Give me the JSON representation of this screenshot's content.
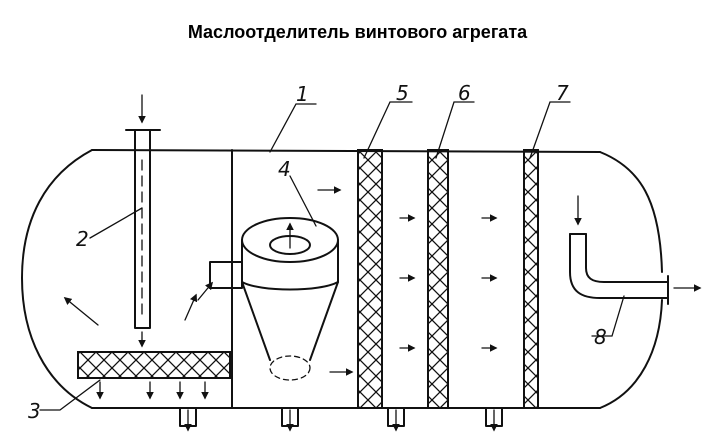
{
  "title": "Маслоотделитель винтового агрегата",
  "labels": {
    "l1": "1",
    "l2": "2",
    "l3": "3",
    "l4": "4",
    "l5": "5",
    "l6": "6",
    "l7": "7",
    "l8": "8"
  }
}
